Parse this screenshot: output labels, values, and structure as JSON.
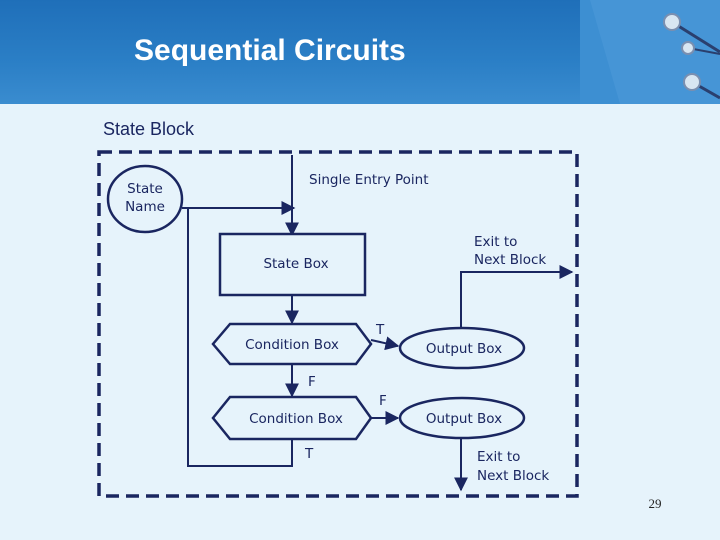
{
  "slide": {
    "title": "Sequential Circuits",
    "subtitle": "State Block",
    "page_number": "29"
  },
  "diagram": {
    "state_name": [
      "State",
      "Name"
    ],
    "single_entry_point": "Single Entry Point",
    "state_box": "State Box",
    "condition_box_1": "Condition Box",
    "condition_box_2": "Condition Box",
    "output_box_1": "Output Box",
    "output_box_2": "Output Box",
    "exit_1": [
      "Exit to",
      "Next Block"
    ],
    "exit_2": [
      "Exit to",
      "Next Block"
    ],
    "label_t_1": "T",
    "label_f_1": "F",
    "label_f_2": "F",
    "label_t_2": "T"
  },
  "colors": {
    "header_blue": "#2b7fc6",
    "diagram_navy": "#1a2660",
    "background": "#e6f3fb"
  }
}
